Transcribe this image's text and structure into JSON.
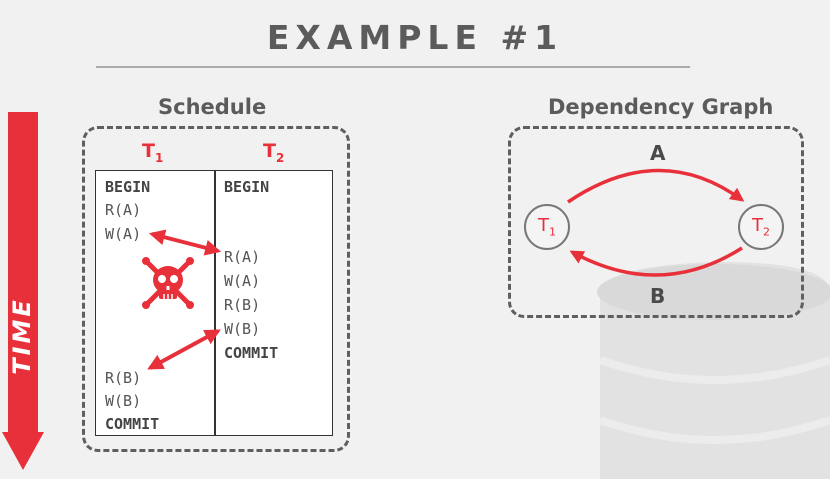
{
  "title": "EXAMPLE #1",
  "time_label": "TIME",
  "schedule": {
    "title": "Schedule",
    "t1_header": {
      "base": "T",
      "sub": "1"
    },
    "t2_header": {
      "base": "T",
      "sub": "2"
    },
    "t1_ops": [
      "BEGIN",
      "R(A)",
      "W(A)",
      "R(B)",
      "W(B)",
      "COMMIT"
    ],
    "t2_ops": [
      "BEGIN",
      "R(A)",
      "W(A)",
      "R(B)",
      "W(B)",
      "COMMIT"
    ]
  },
  "graph": {
    "title": "Dependency Graph",
    "node1": {
      "base": "T",
      "sub": "1"
    },
    "node2": {
      "base": "T",
      "sub": "2"
    },
    "edge_top": "A",
    "edge_bottom": "B"
  },
  "colors": {
    "accent": "#e8303a",
    "text": "#555555",
    "background": "#f1f1f1"
  },
  "icons": [
    "skull-crossbones-icon",
    "time-arrow-icon",
    "database-background-icon"
  ]
}
